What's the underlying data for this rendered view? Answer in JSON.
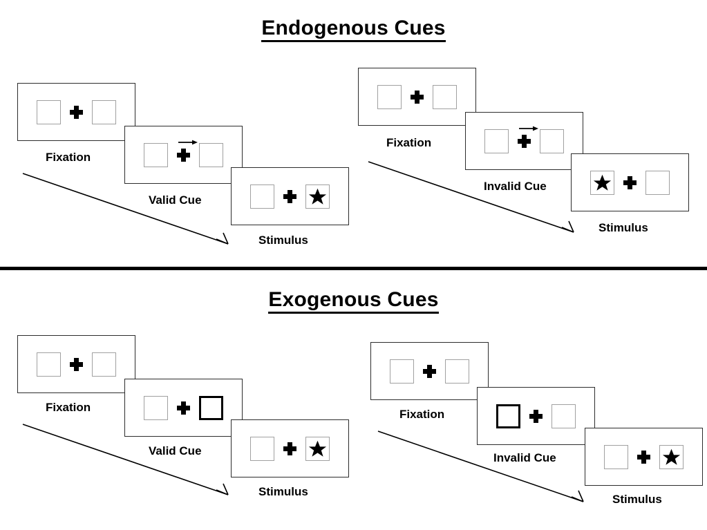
{
  "figure": {
    "sections": [
      {
        "id": "endogenous",
        "title": "Endogenous Cues",
        "cue_type": "central-arrow",
        "trials": [
          {
            "id": "endogenous-valid",
            "validity": "valid",
            "frames": [
              {
                "stage_label": "Fixation",
                "left_box": "empty",
                "right_box": "empty",
                "center": "cross"
              },
              {
                "stage_label": "Valid Cue",
                "left_box": "empty",
                "right_box": "empty",
                "center": "cross-with-right-arrow"
              },
              {
                "stage_label": "Stimulus",
                "left_box": "empty",
                "right_box": "star",
                "center": "cross"
              }
            ]
          },
          {
            "id": "endogenous-invalid",
            "validity": "invalid",
            "frames": [
              {
                "stage_label": "Fixation",
                "left_box": "empty",
                "right_box": "empty",
                "center": "cross"
              },
              {
                "stage_label": "Invalid Cue",
                "left_box": "empty",
                "right_box": "empty",
                "center": "cross-with-right-arrow"
              },
              {
                "stage_label": "Stimulus",
                "left_box": "star",
                "right_box": "empty",
                "center": "cross"
              }
            ]
          }
        ]
      },
      {
        "id": "exogenous",
        "title": "Exogenous Cues",
        "cue_type": "peripheral-box-flash",
        "trials": [
          {
            "id": "exogenous-valid",
            "validity": "valid",
            "frames": [
              {
                "stage_label": "Fixation",
                "left_box": "empty",
                "right_box": "empty",
                "center": "cross"
              },
              {
                "stage_label": "Valid Cue",
                "left_box": "empty",
                "right_box": "cued",
                "center": "cross"
              },
              {
                "stage_label": "Stimulus",
                "left_box": "empty",
                "right_box": "star",
                "center": "cross"
              }
            ]
          },
          {
            "id": "exogenous-invalid",
            "validity": "invalid",
            "frames": [
              {
                "stage_label": "Fixation",
                "left_box": "empty",
                "right_box": "empty",
                "center": "cross"
              },
              {
                "stage_label": "Invalid Cue",
                "left_box": "cued",
                "right_box": "empty",
                "center": "cross"
              },
              {
                "stage_label": "Stimulus",
                "left_box": "empty",
                "right_box": "star",
                "center": "cross"
              }
            ]
          }
        ]
      }
    ],
    "icons": {
      "cross": "fixation-cross-icon",
      "star": "star-target-icon",
      "arrow_cue": "right-arrow-cue-icon",
      "time_arrow": "time-flow-arrow-icon"
    },
    "colors": {
      "ink": "#000000",
      "panel_border": "#2b2b2b",
      "box_border": "#a0a0a0",
      "cued_box_border": "#000000",
      "background": "#ffffff"
    }
  }
}
